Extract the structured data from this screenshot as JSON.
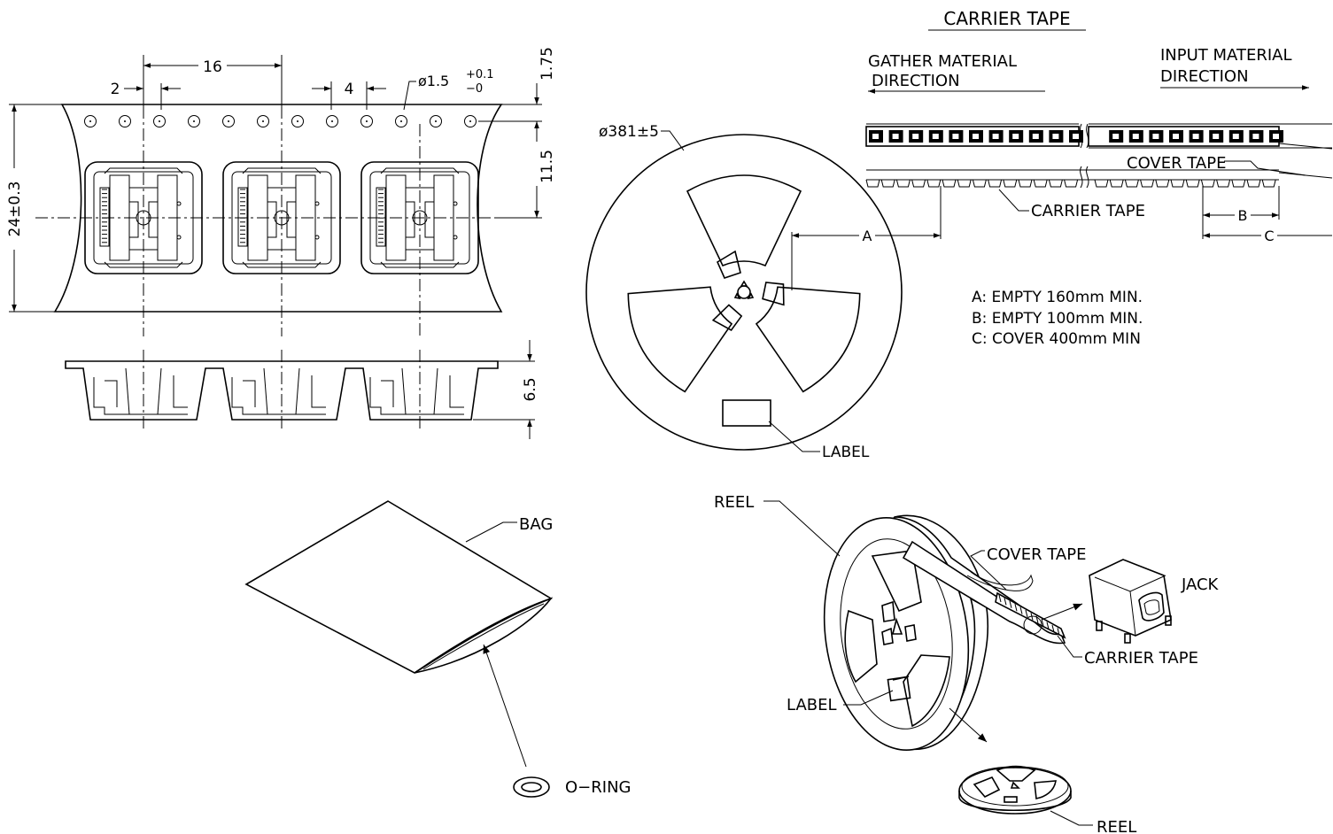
{
  "carrier_section": {
    "title": "CARRIER TAPE",
    "gather_line1": "GATHER MATERIAL",
    "gather_line2": "DIRECTION",
    "input_line1": "INPUT MATERIAL",
    "input_line2": "DIRECTION",
    "cover_tape": "COVER TAPE",
    "carrier_tape": "CARRIER TAPE",
    "label_a": "A",
    "label_b": "B",
    "label_c": "C",
    "notes": [
      "A:  EMPTY 160mm MIN.",
      "B:  EMPTY 100mm MIN.",
      "C:  COVER 400mm MIN"
    ]
  },
  "tape_dimensions": {
    "pitch": "16",
    "hole_offset": "2",
    "hole_pitch": "4",
    "hole_diameter": "ø1.5",
    "hole_tol_plus": "+0.1",
    "hole_tol_minus": "−0",
    "edge_to_hole": "1.75",
    "hole_to_center": "11.5",
    "tape_width": "24±0.3",
    "pocket_depth": "6.5"
  },
  "reel_front": {
    "diameter": "ø381±5",
    "label": "LABEL"
  },
  "bag_section": {
    "bag": "BAG",
    "oring": "O−RING"
  },
  "assembly": {
    "reel_top": "REEL",
    "cover_tape": "COVER TAPE",
    "jack": "JACK",
    "carrier_tape": "CARRIER TAPE",
    "label": "LABEL",
    "reel_bottom": "REEL"
  }
}
